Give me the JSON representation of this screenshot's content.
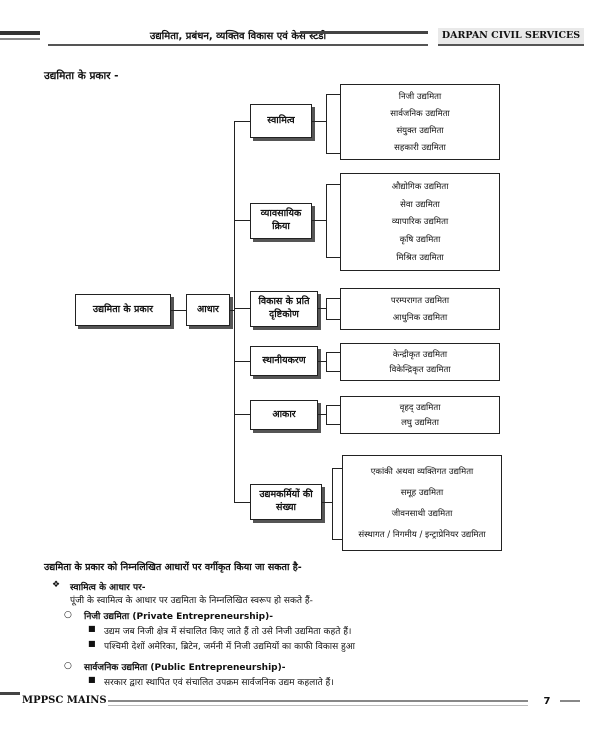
{
  "header": {
    "title": "उद्यमिता, प्रबंधन, व्यक्तिव विकास एवं केस स्टडी",
    "brand": "DARPAN CIVIL SERVICES"
  },
  "section_title": "उद्यमिता के प्रकार -",
  "diagram": {
    "root": "उद्यमिता के प्रकार",
    "basis": "आधार",
    "categories": [
      {
        "label": "स्वामित्व",
        "items": [
          "निजी उद्यमिता",
          "सार्वजनिक उद्यमिता",
          "संयुक्त उद्यमिता",
          "सहकारी उद्यमिता"
        ]
      },
      {
        "label": "व्यावसायिक क्रिया",
        "items": [
          "औद्योगिक उद्यमिता",
          "सेवा उद्यमिता",
          "व्यापारिक उद्यमिता",
          "कृषि उद्यमिता",
          "मिश्रित उद्यमिता"
        ]
      },
      {
        "label": "विकास के प्रति दृष्टिकोण",
        "items": [
          "परम्परागत उद्यमिता",
          "आधुनिक उद्यमिता"
        ]
      },
      {
        "label": "स्थानीयकरण",
        "items": [
          "केन्द्रीकृत उद्यमिता",
          "विकेन्द्रिकृत उद्यमिता"
        ]
      },
      {
        "label": "आकार",
        "items": [
          "वृहद् उद्यमिता",
          "लघु उद्यमिता"
        ]
      },
      {
        "label": "उद्यमकर्मियों की संख्या",
        "items": [
          "एकांकी अथवा व्यक्तिगत उद्यमिता",
          "समूह उद्यमिता",
          "जीवनसाथी उद्यमिता",
          "संस्थागत / निगमीय / इन्ट्राप्रेनियर उद्यमिता"
        ]
      }
    ]
  },
  "content": {
    "intro": "उद्यमिता के प्रकार को निम्नलिखित आधारों पर वर्गीकृत किया जा सकता है-",
    "heading1": "स्वामित्व के आधार पर-",
    "para1": "पूंजी के स्वामित्व के आधार पर उद्यमिता के निम्नलिखित स्वरूप हो सकते हैं-",
    "sub1": "निजी उद्यमिता (Private Entrepreneurship)-",
    "sub1_b1": "उद्यम जब निजी क्षेत्र में संचालित किए जाते हैं तो उसे निजी उद्यमिता कहते हैं।",
    "sub1_b2": "पश्चिमी देशों अमेरिका, ब्रिटेन, जर्मनी में निजी उद्यमियों का काफी विकास हुआ",
    "sub2": "सार्वजनिक उद्यमिता (Public Entrepreneurship)-",
    "sub2_b1": "सरकार द्वारा स्थापित एवं संचालित उपक्रम सार्वजनिक उद्यम कहलाते हैं।"
  },
  "footer": {
    "left": "MPPSC MAINS",
    "page": "7"
  }
}
